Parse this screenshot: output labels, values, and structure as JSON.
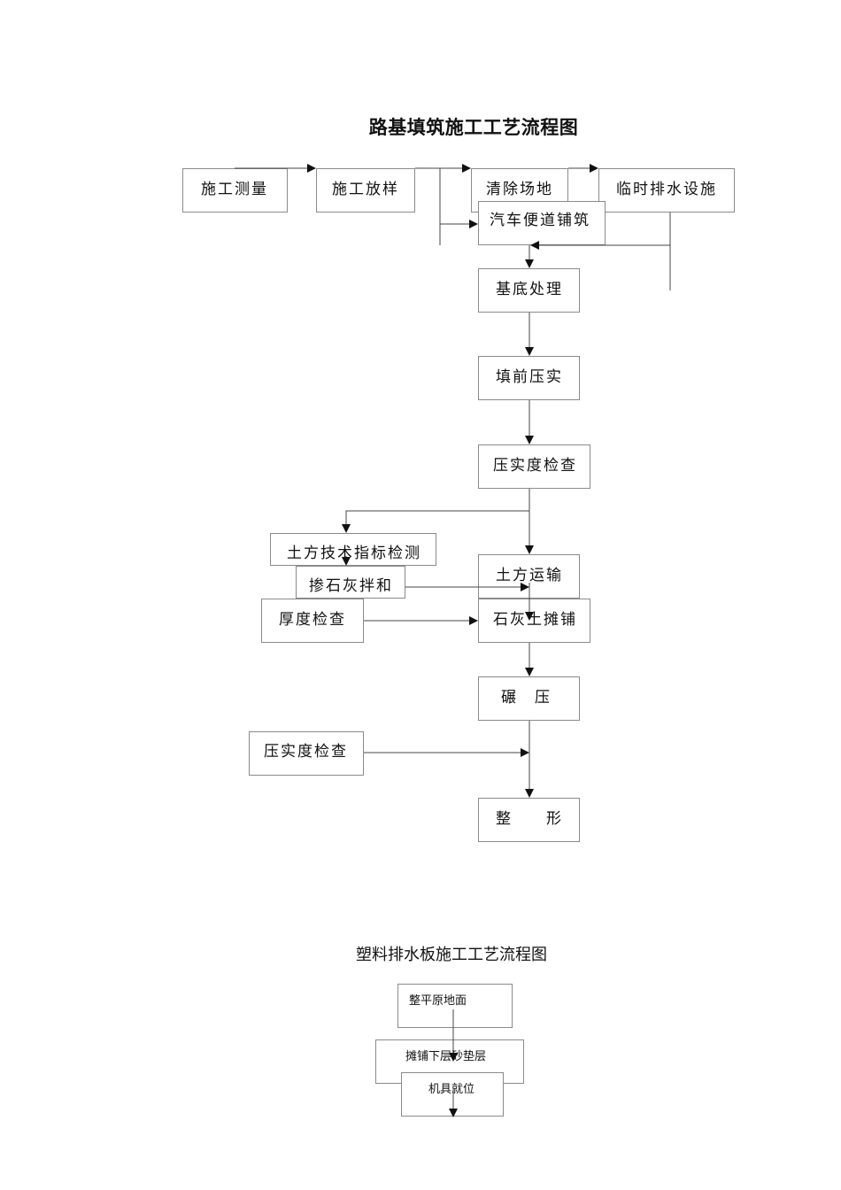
{
  "diagram1": {
    "title": "路基填筑施工工艺流程图",
    "nodes": {
      "survey": "施工测量",
      "layout": "施工放样",
      "clearing": "清除场地",
      "drainage": "临时排水设施",
      "haul_road": "汽车便道铺筑",
      "base": "基底处理",
      "precompact": "填前压实",
      "compaction_check": "压实度检查",
      "soil_index": "土方技术指标检测",
      "lime_mix": "掺石灰拌和",
      "thickness_check": "厚度检查",
      "earth_transport": "土方运输",
      "lime_soil_spread": "石灰土摊铺",
      "rolling": "碾　压",
      "compaction_check2": "压实度检查",
      "shaping": "整　　形"
    }
  },
  "diagram2": {
    "title": "塑料排水板施工工艺流程图",
    "nodes": {
      "level_ground": "整平原地面",
      "sand_layer": "摊铺下层砂垫层",
      "machine_position": "机具就位"
    }
  }
}
